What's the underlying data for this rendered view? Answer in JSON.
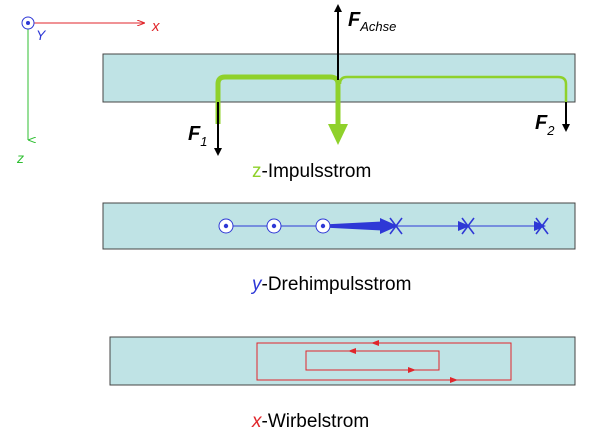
{
  "axes": {
    "x_label": "x",
    "y_label": "Y",
    "z_label": "z",
    "x_color": "#e0262b",
    "y_color": "#2e38d6",
    "z_color": "#2fbf32"
  },
  "forces": {
    "axle_symbol": "F",
    "axle_subscript": "Achse",
    "f1_symbol": "F",
    "f1_subscript": "1",
    "f2_symbol": "F",
    "f2_subscript": "2"
  },
  "captions": {
    "z_prefix": "z",
    "z_rest": "-Impulsstrom",
    "y_prefix": "y",
    "y_rest": "-Drehimpulsstrom",
    "x_prefix": "x",
    "x_rest": "-Wirbelstrom"
  },
  "colors": {
    "beam_fill": "#bfe3e5",
    "beam_stroke": "#444444",
    "z_flow": "#8fd12b",
    "y_flow": "#2e38d6",
    "x_flow": "#e0262b",
    "force": "#000000"
  }
}
